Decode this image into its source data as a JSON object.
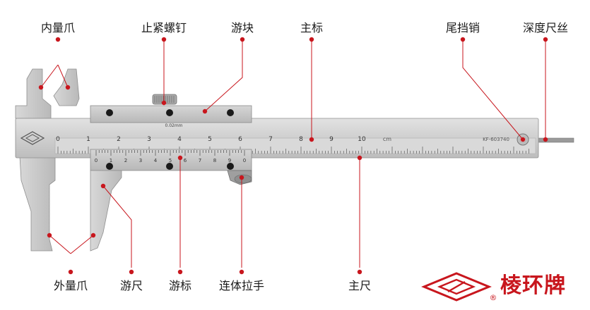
{
  "labels": {
    "inner_jaws": "内量爪",
    "locking_screw": "止紧螺钉",
    "slider": "游块",
    "main_scale": "主标",
    "end_stop_pin": "尾挡销",
    "depth_rod": "深度尺丝",
    "outer_jaws": "外量爪",
    "vernier_ruler": "游尺",
    "vernier_scale": "游标",
    "thumb_grip": "连体拉手",
    "main_beam": "主尺"
  },
  "main_scale_ticks": [
    "0",
    "1",
    "2",
    "3",
    "4",
    "5",
    "6",
    "7",
    "8",
    "9",
    "10"
  ],
  "main_scale_unit": "cm",
  "vernier_ticks": [
    "0",
    "1",
    "2",
    "3",
    "4",
    "5",
    "6",
    "7",
    "8",
    "9",
    "0"
  ],
  "vernier_resolution": "0.02mm",
  "serial": "KF-603740",
  "brand": {
    "name": "棱环牌",
    "registered": "®"
  },
  "colors": {
    "accent": "#c8161d",
    "steel": "#c9c9c9",
    "steel_dark": "#9a9a9a"
  }
}
